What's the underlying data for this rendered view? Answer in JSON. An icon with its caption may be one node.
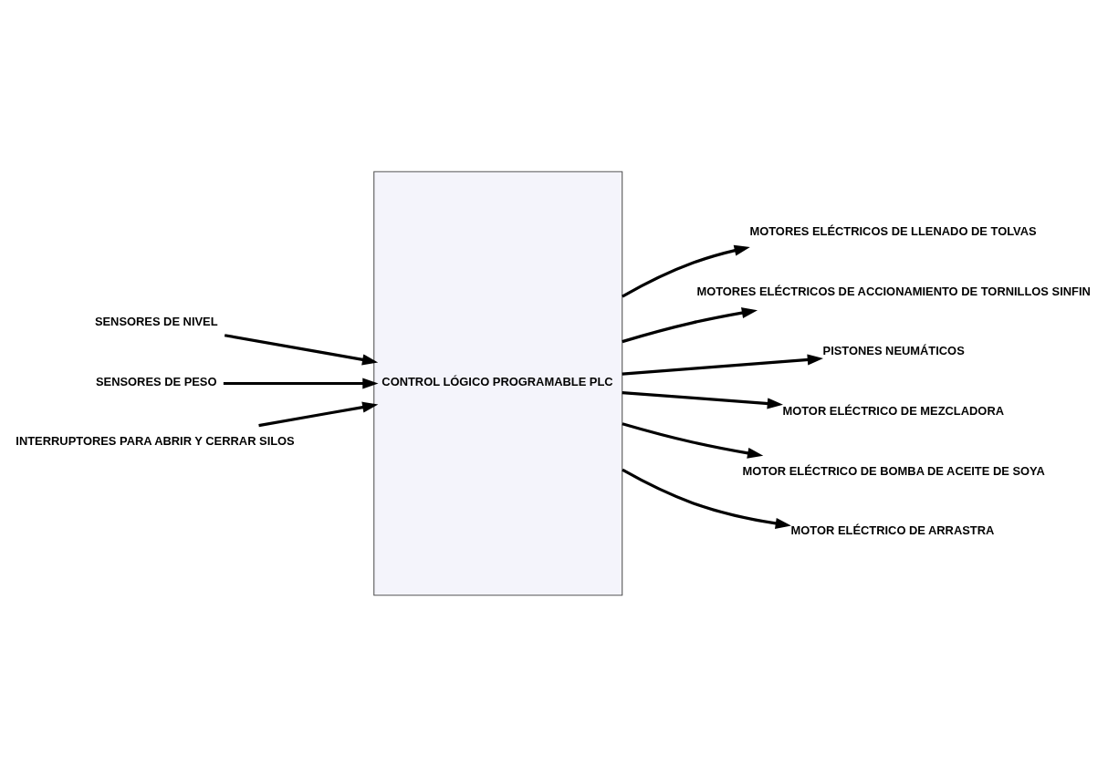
{
  "diagram": {
    "nodes": [
      {
        "text": [
          "CONTROL LÓGICO PROGRAMABLE PLC"
        ]
      },
      {
        "text": [
          "SENSORES DE NIVEL"
        ]
      },
      {
        "text": [
          "SENSORES DE PESO"
        ]
      },
      {
        "text": [
          "INTERRUPTORES PARA ABRIR Y CERRAR SILOS"
        ]
      },
      {
        "text": [
          "MOTORES ELÉCTRICOS DE LLENADO DE TOLVAS"
        ]
      },
      {
        "text": [
          "MOTORES ELÉCTRICOS DE ACCIONAMIENTO DE TORNILLOS SINFIN"
        ]
      },
      {
        "text": [
          "PISTONES NEUMÁTICOS"
        ]
      },
      {
        "text": [
          "MOTOR ELÉCTRICO DE MEZCLADORA"
        ]
      },
      {
        "text": [
          "MOTOR ELÉCTRICO DE BOMBA DE ACEITE DE SOYA"
        ]
      },
      {
        "text": [
          "MOTOR ELÉCTRICO DE ARRASTRA"
        ]
      }
    ],
    "edges": [
      {
        "from": 1,
        "to": 0,
        "arrow": "to"
      },
      {
        "from": 2,
        "to": 0,
        "arrow": "to"
      },
      {
        "from": 3,
        "to": 0,
        "arrow": "to"
      },
      {
        "from": 0,
        "to": 4,
        "arrow": "to"
      },
      {
        "from": 0,
        "to": 5,
        "arrow": "to"
      },
      {
        "from": 0,
        "to": 6,
        "arrow": "to"
      },
      {
        "from": 0,
        "to": 7,
        "arrow": "to"
      },
      {
        "from": 0,
        "to": 8,
        "arrow": "to"
      },
      {
        "from": 0,
        "to": 9,
        "arrow": "to"
      }
    ]
  }
}
